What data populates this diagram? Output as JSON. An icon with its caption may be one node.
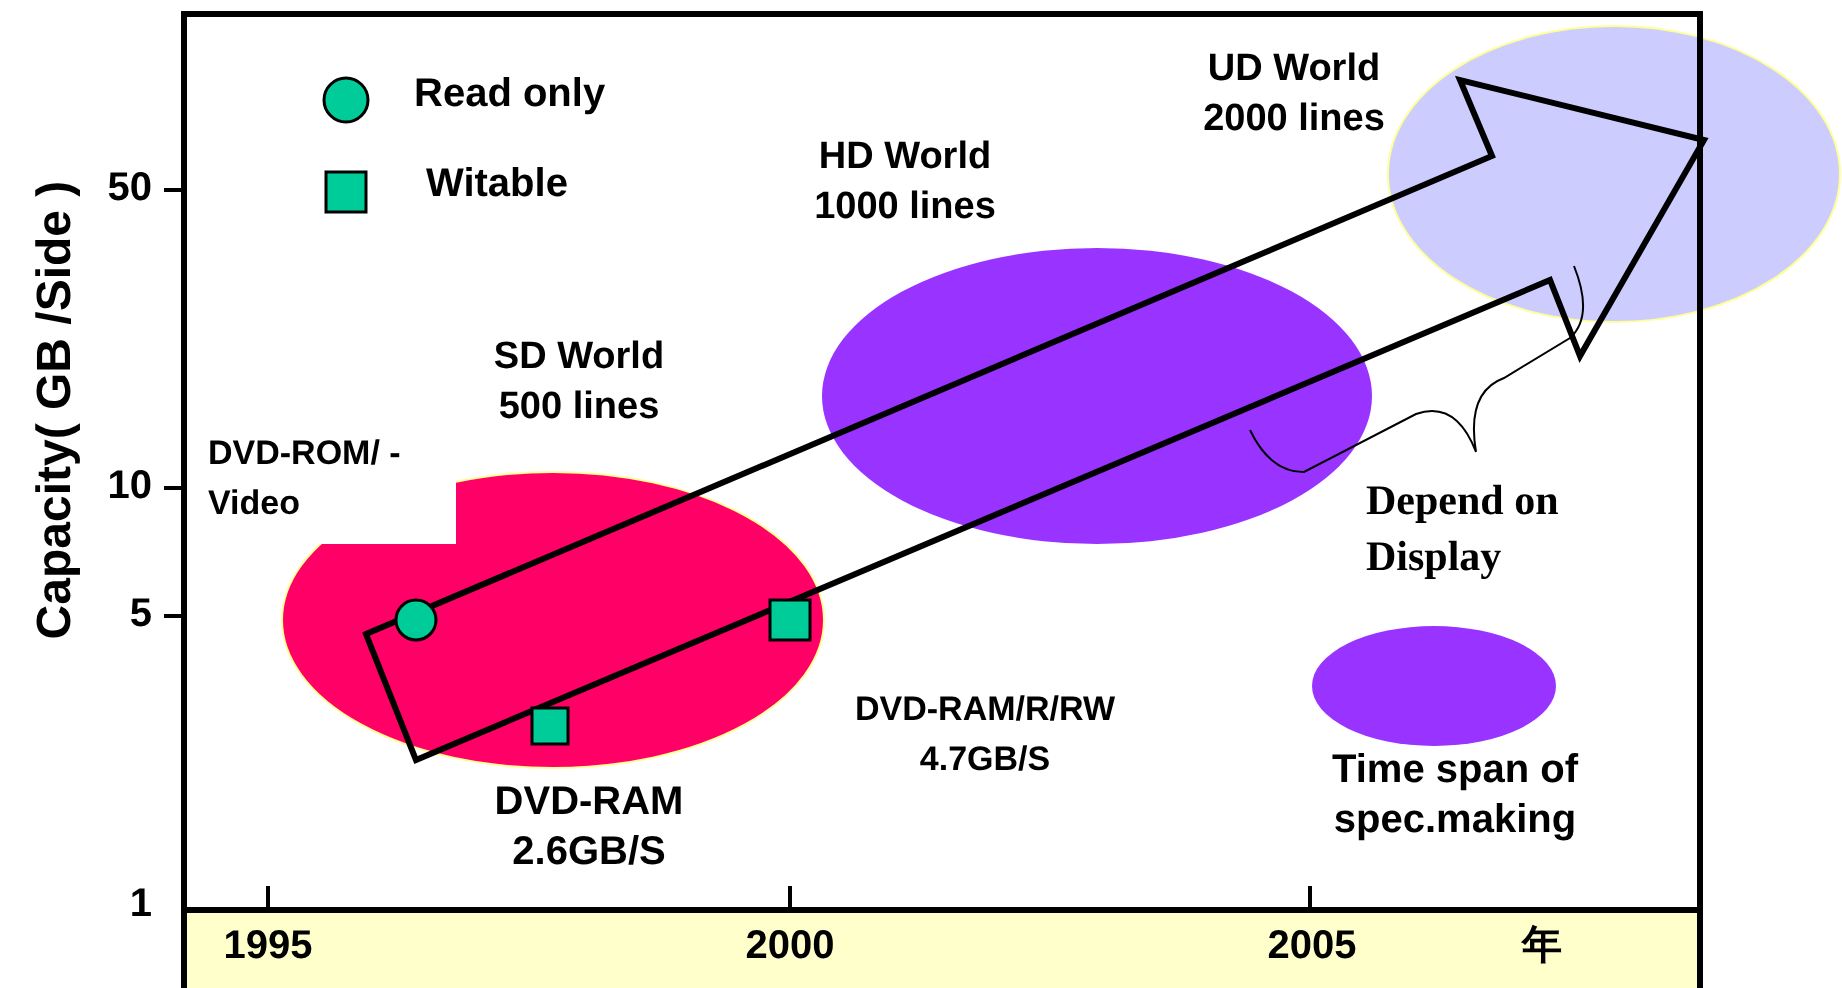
{
  "diagram": {
    "nodes": [
      {
        "text": [
          "UD World 2000 lines"
        ]
      },
      {
        "text": [
          "HD World 1000 lines"
        ]
      },
      {
        "text": [
          "SD World 500 lines"
        ]
      }
    ],
    "labels": [
      "Capacity( GB /Side )",
      "50",
      "10",
      "5",
      "1",
      "DVD-ROM/ - Video",
      "Depend on Display",
      "DVD-RAM/R/RW 4.7GB/S",
      "DVD-RAM 2.6GB/S",
      "1995",
      "2000",
      "2005",
      "年"
    ],
    "legend": [
      {
        "text": "Read only"
      },
      {
        "text": "Witable"
      },
      {
        "text": "Time span of spec.making",
        "color": "#9933ff"
      }
    ]
  }
}
